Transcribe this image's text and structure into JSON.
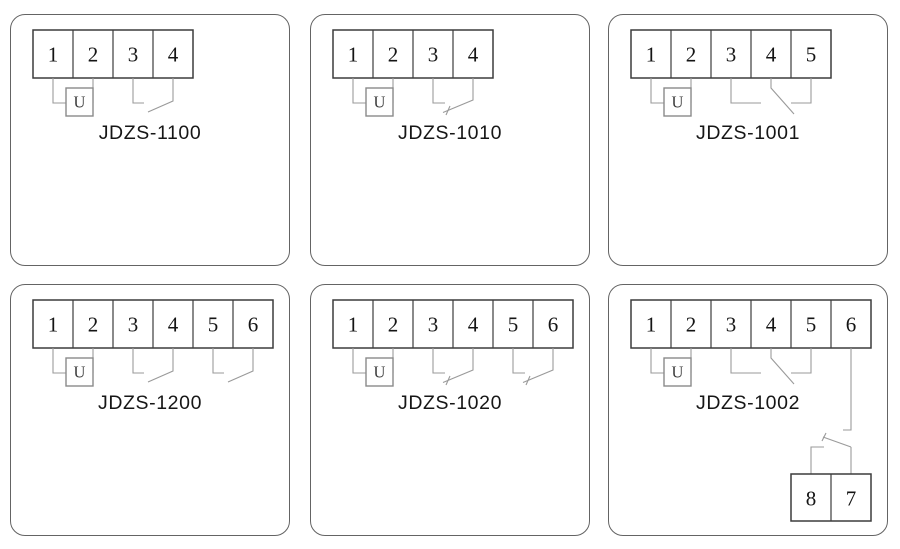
{
  "colors": {
    "background": "#ffffff",
    "panel_border": "#646464",
    "block_border": "#3c3c3c",
    "wire": "#9a9a9a",
    "coil_border": "#8a8a8a",
    "text": "#161616"
  },
  "coil_label": "U",
  "panels": [
    {
      "id": "jdzs-1100",
      "label": "JDZS-1100",
      "terminals": [
        "1",
        "2",
        "3",
        "4"
      ],
      "coil_terminals": [
        1,
        2
      ],
      "contacts": [
        {
          "type": "normally-open",
          "between": [
            3,
            4
          ]
        }
      ]
    },
    {
      "id": "jdzs-1010",
      "label": "JDZS-1010",
      "terminals": [
        "1",
        "2",
        "3",
        "4"
      ],
      "coil_terminals": [
        1,
        2
      ],
      "contacts": [
        {
          "type": "normally-closed",
          "between": [
            3,
            4
          ]
        }
      ]
    },
    {
      "id": "jdzs-1001",
      "label": "JDZS-1001",
      "terminals": [
        "1",
        "2",
        "3",
        "4",
        "5"
      ],
      "coil_terminals": [
        1,
        2
      ],
      "contacts": [
        {
          "type": "changeover",
          "between": [
            3,
            4,
            5
          ]
        }
      ]
    },
    {
      "id": "jdzs-1200",
      "label": "JDZS-1200",
      "terminals": [
        "1",
        "2",
        "3",
        "4",
        "5",
        "6"
      ],
      "coil_terminals": [
        1,
        2
      ],
      "contacts": [
        {
          "type": "normally-open",
          "between": [
            3,
            4
          ]
        },
        {
          "type": "normally-open",
          "between": [
            5,
            6
          ]
        }
      ]
    },
    {
      "id": "jdzs-1020",
      "label": "JDZS-1020",
      "terminals": [
        "1",
        "2",
        "3",
        "4",
        "5",
        "6"
      ],
      "coil_terminals": [
        1,
        2
      ],
      "contacts": [
        {
          "type": "normally-closed",
          "between": [
            3,
            4
          ]
        },
        {
          "type": "normally-closed",
          "between": [
            5,
            6
          ]
        }
      ]
    },
    {
      "id": "jdzs-1002",
      "label": "JDZS-1002",
      "terminals": [
        "1",
        "2",
        "3",
        "4",
        "5",
        "6"
      ],
      "coil_terminals": [
        1,
        2
      ],
      "contacts": [
        {
          "type": "changeover",
          "between": [
            3,
            4,
            5
          ]
        },
        {
          "type": "changeover-extended",
          "between": [
            6,
            8,
            7
          ],
          "sub_terminals": [
            "8",
            "7"
          ]
        }
      ]
    }
  ]
}
